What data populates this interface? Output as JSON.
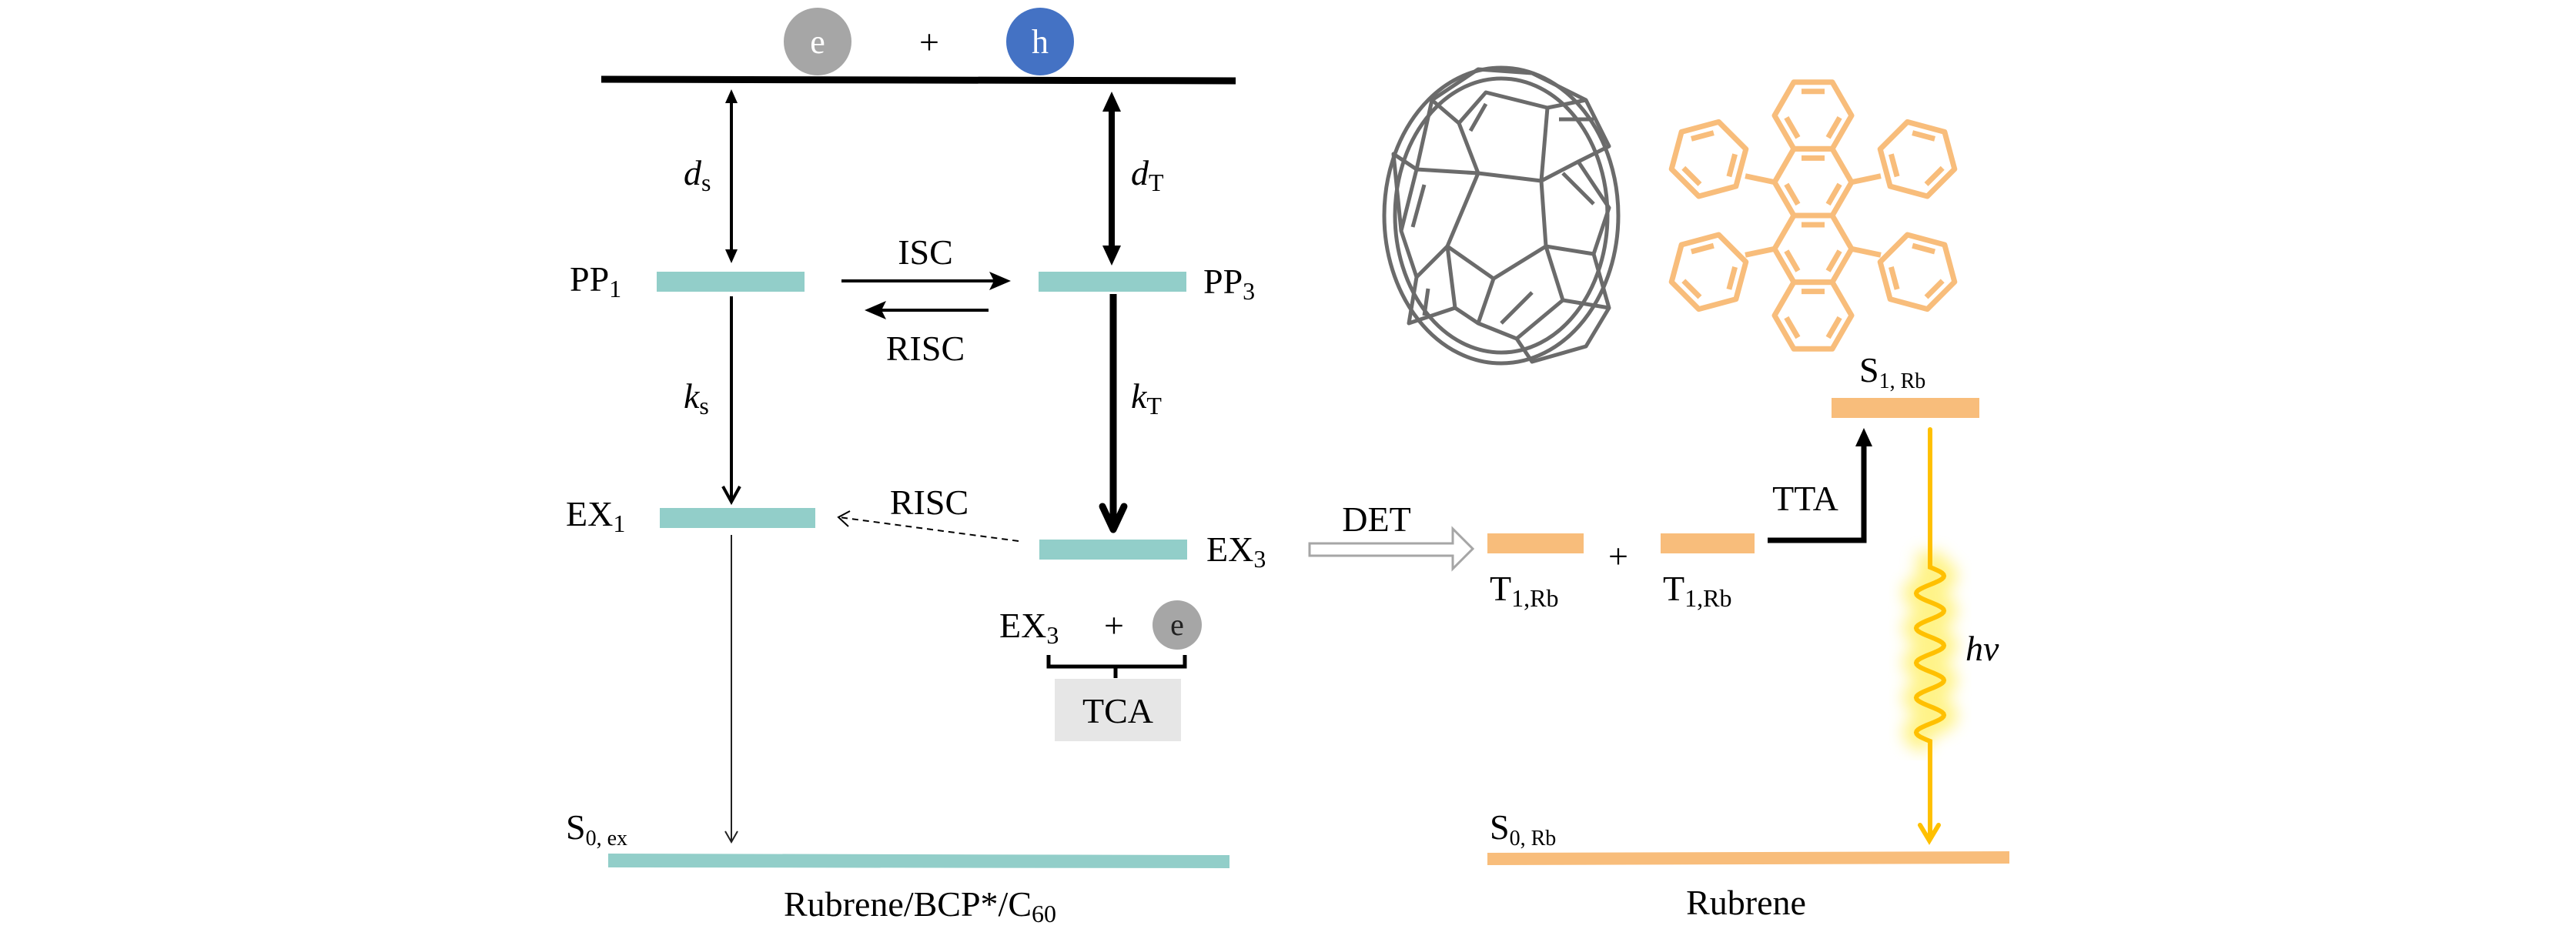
{
  "colors": {
    "exciplex_level": "#92CEC9",
    "rubrene_level": "#F8BD7B",
    "electron": "#A6A6A6",
    "hole": "#4472C4",
    "photon": "#FFC000",
    "photon_glow": "#FFF27A",
    "c60_stroke": "#6B6B6B",
    "rubrene_stroke": "#F8BD7B",
    "tca_box": "#E6E6E6",
    "det_arrow": "#A6A6A6",
    "top_level": "#000000"
  },
  "carriers": {
    "electron_label": "e",
    "plus": "+",
    "hole_label": "h"
  },
  "left_system": {
    "distances": {
      "singlet": {
        "main": "d",
        "sub": "s"
      },
      "triplet": {
        "main": "d",
        "sub": "T"
      }
    },
    "rates": {
      "singlet": {
        "main": "k",
        "sub": "s"
      },
      "triplet": {
        "main": "k",
        "sub": "T"
      }
    },
    "levels": {
      "pp1": {
        "main": "PP",
        "sub": "1"
      },
      "pp3": {
        "main": "PP",
        "sub": "3"
      },
      "ex1": {
        "main": "EX",
        "sub": "1"
      },
      "ex3": {
        "main": "EX",
        "sub": "3"
      },
      "s0": {
        "main": "S",
        "sub": "0, ex"
      }
    },
    "transitions": {
      "isc": "ISC",
      "risc_pp": "RISC",
      "risc_ex": "RISC"
    },
    "tca": {
      "species": {
        "main": "EX",
        "sub": "3"
      },
      "plus": "+",
      "electron_label": "e",
      "label": "TCA"
    },
    "system_label": {
      "main": "Rubrene/BCP*/C",
      "sub": "60"
    }
  },
  "transfer": {
    "label": "DET"
  },
  "right_system": {
    "levels": {
      "t1_a": {
        "main": "T",
        "sub": "1,Rb"
      },
      "t1_b": {
        "main": "T",
        "sub": "1,Rb"
      },
      "s1": {
        "main": "S",
        "sub": "1, Rb"
      },
      "s0": {
        "main": "S",
        "sub": "0, Rb"
      }
    },
    "plus": "+",
    "tta": "TTA",
    "emission": {
      "main": "h",
      "sub": "ν"
    },
    "system_label": "Rubrene"
  },
  "molecules": [
    {
      "name": "C60 fullerene",
      "color_key": "c60_stroke"
    },
    {
      "name": "Rubrene",
      "color_key": "rubrene_stroke"
    }
  ]
}
